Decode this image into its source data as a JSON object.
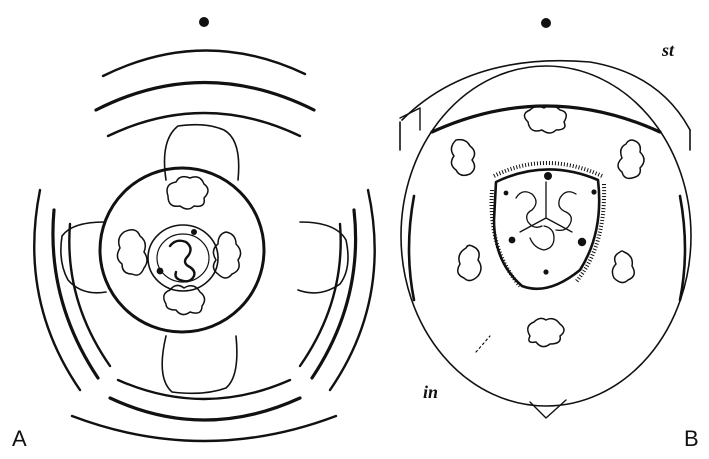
{
  "figure_a": {
    "label": "A"
  },
  "figure_b": {
    "label": "B",
    "top_label": "st",
    "bottom_label": "in"
  },
  "colors": {
    "ink": "#111111",
    "background": "#ffffff"
  }
}
